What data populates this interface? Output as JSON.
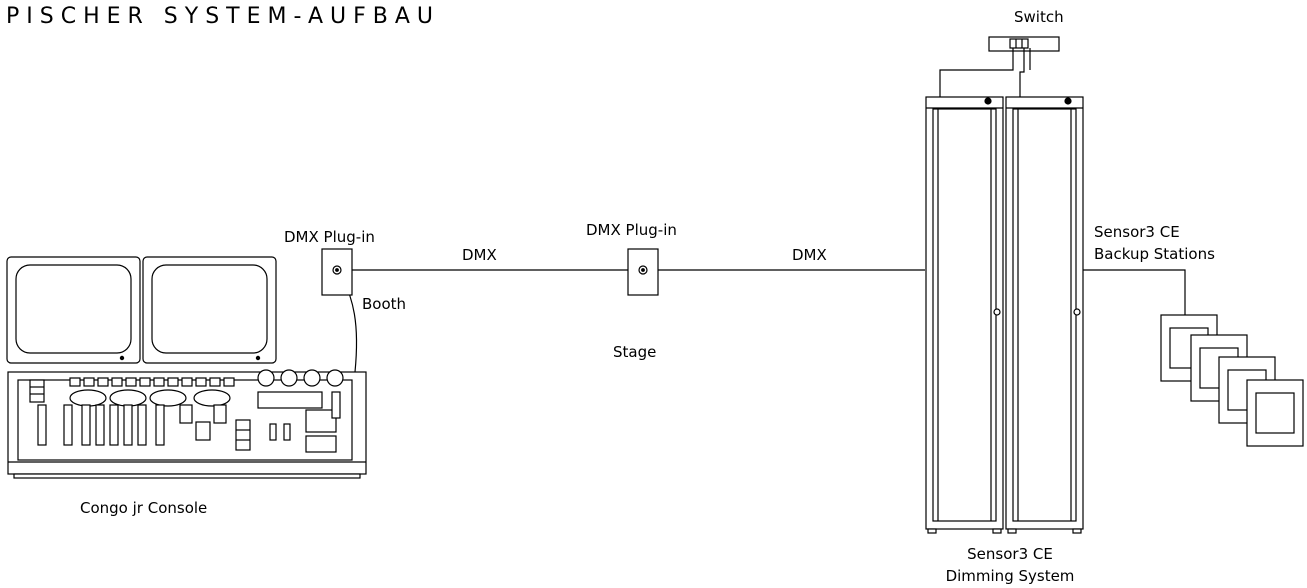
{
  "title": "PISCHER SYSTEM-AUFBAU",
  "labels": {
    "switch": "Switch",
    "dmx_plugin_booth": "DMX Plug-in",
    "booth": "Booth",
    "dmx_1": "DMX",
    "dmx_plugin_stage": "DMX Plug-in",
    "stage": "Stage",
    "dmx_2": "DMX",
    "backup_line1": "Sensor3 CE",
    "backup_line2": "Backup Stations",
    "console": "Congo jr Console",
    "dimming_line1": "Sensor3 CE",
    "dimming_line2": "Dimming System"
  },
  "colors": {
    "line": "#000000",
    "background": "#ffffff"
  }
}
